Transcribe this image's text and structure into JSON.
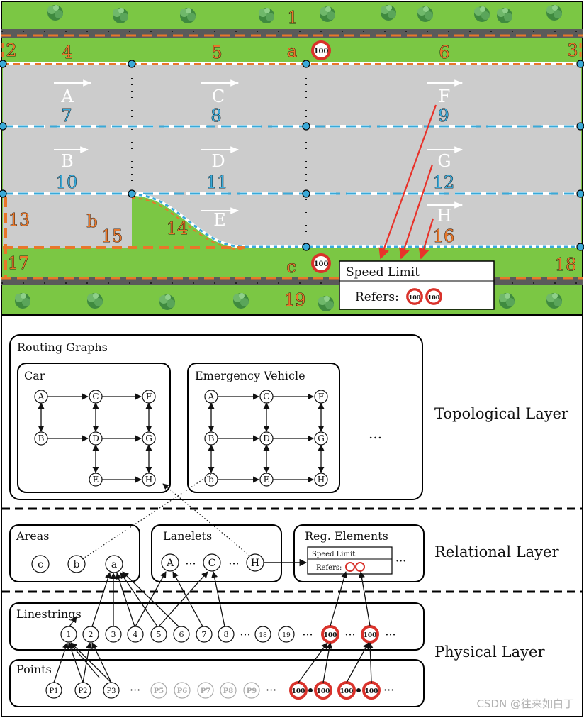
{
  "map": {
    "linestrings": [
      "1",
      "2",
      "3",
      "4",
      "5",
      "6",
      "7",
      "8",
      "9",
      "10",
      "11",
      "12",
      "13",
      "14",
      "15",
      "16",
      "17",
      "18",
      "19"
    ],
    "areas": [
      "a",
      "b",
      "c"
    ],
    "lanelets": [
      "A",
      "B",
      "C",
      "D",
      "E",
      "F",
      "G",
      "H"
    ],
    "sign_value": "100",
    "speed_limit_box": {
      "title": "Speed Limit",
      "refers": "Refers:"
    }
  },
  "topological": {
    "title": "Routing Graphs",
    "car_title": "Car",
    "ev_title": "Emergency Vehicle",
    "car_nodes": [
      "A",
      "B",
      "C",
      "D",
      "E",
      "F",
      "G",
      "H"
    ],
    "ev_nodes": [
      "A",
      "B",
      "b",
      "C",
      "D",
      "E",
      "F",
      "G",
      "H"
    ],
    "ellipsis": "..."
  },
  "relational": {
    "areas_title": "Areas",
    "areas_nodes": [
      "c",
      "b",
      "a"
    ],
    "lanelets_title": "Lanelets",
    "lanelets_nodes": [
      "A",
      "C",
      "H"
    ],
    "dots": "···",
    "reg_title": "Reg. Elements",
    "reg_box_title": "Speed Limit",
    "reg_box_refers": "Refers:"
  },
  "physical": {
    "linestrings_title": "Linestrings",
    "linestring_nodes": [
      "1",
      "2",
      "3",
      "4",
      "5",
      "6",
      "7",
      "8",
      "18",
      "19"
    ],
    "points_title": "Points",
    "point_nodes": [
      "P1",
      "P2",
      "P3"
    ],
    "faded_points": [
      "P5",
      "P6",
      "P7",
      "P8",
      "P9"
    ]
  },
  "layers": [
    "Topological Layer",
    "Relational Layer",
    "Physical Layer"
  ],
  "watermark": "CSDN @往来如白丁",
  "colors": {
    "grass": "#7bc744",
    "road": "#cccccc",
    "orange": "#e8772a",
    "blue": "#3aa9d8",
    "red_arrow": "#e8322a",
    "sign_red": "#d9322b"
  }
}
